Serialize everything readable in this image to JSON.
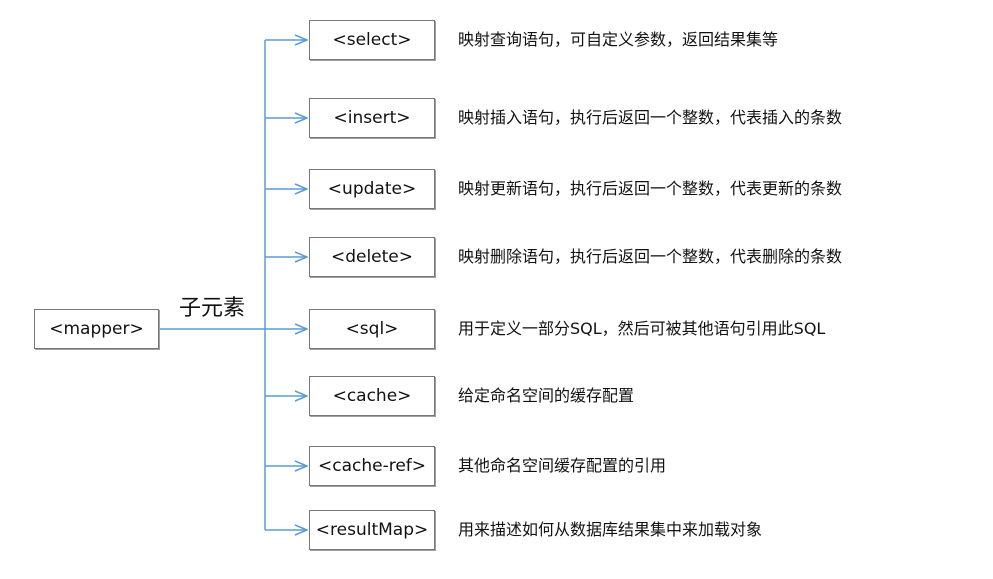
{
  "root": {
    "label": "<mapper>"
  },
  "edge_label": "子元素",
  "children": [
    {
      "label": "<select>",
      "description": "映射查询语句，可自定义参数，返回结果集等"
    },
    {
      "label": "<insert>",
      "description": "映射插入语句，执行后返回一个整数，代表插入的条数"
    },
    {
      "label": "<update>",
      "description": "映射更新语句，执行后返回一个整数，代表更新的条数"
    },
    {
      "label": "<delete>",
      "description": "映射删除语句，执行后返回一个整数，代表删除的条数"
    },
    {
      "label": "<sql>",
      "description": "用于定义一部分SQL，然后可被其他语句引用此SQL"
    },
    {
      "label": "<cache>",
      "description": "给定命名空间的缓存配置"
    },
    {
      "label": "<cache-ref>",
      "description": "其他命名空间缓存配置的引用"
    },
    {
      "label": "<resultMap>",
      "description": "用来描述如何从数据库结果集中来加载对象"
    }
  ],
  "colors": {
    "connector": "#5b9bd5",
    "node_border": "#777777",
    "text": "#111111"
  }
}
